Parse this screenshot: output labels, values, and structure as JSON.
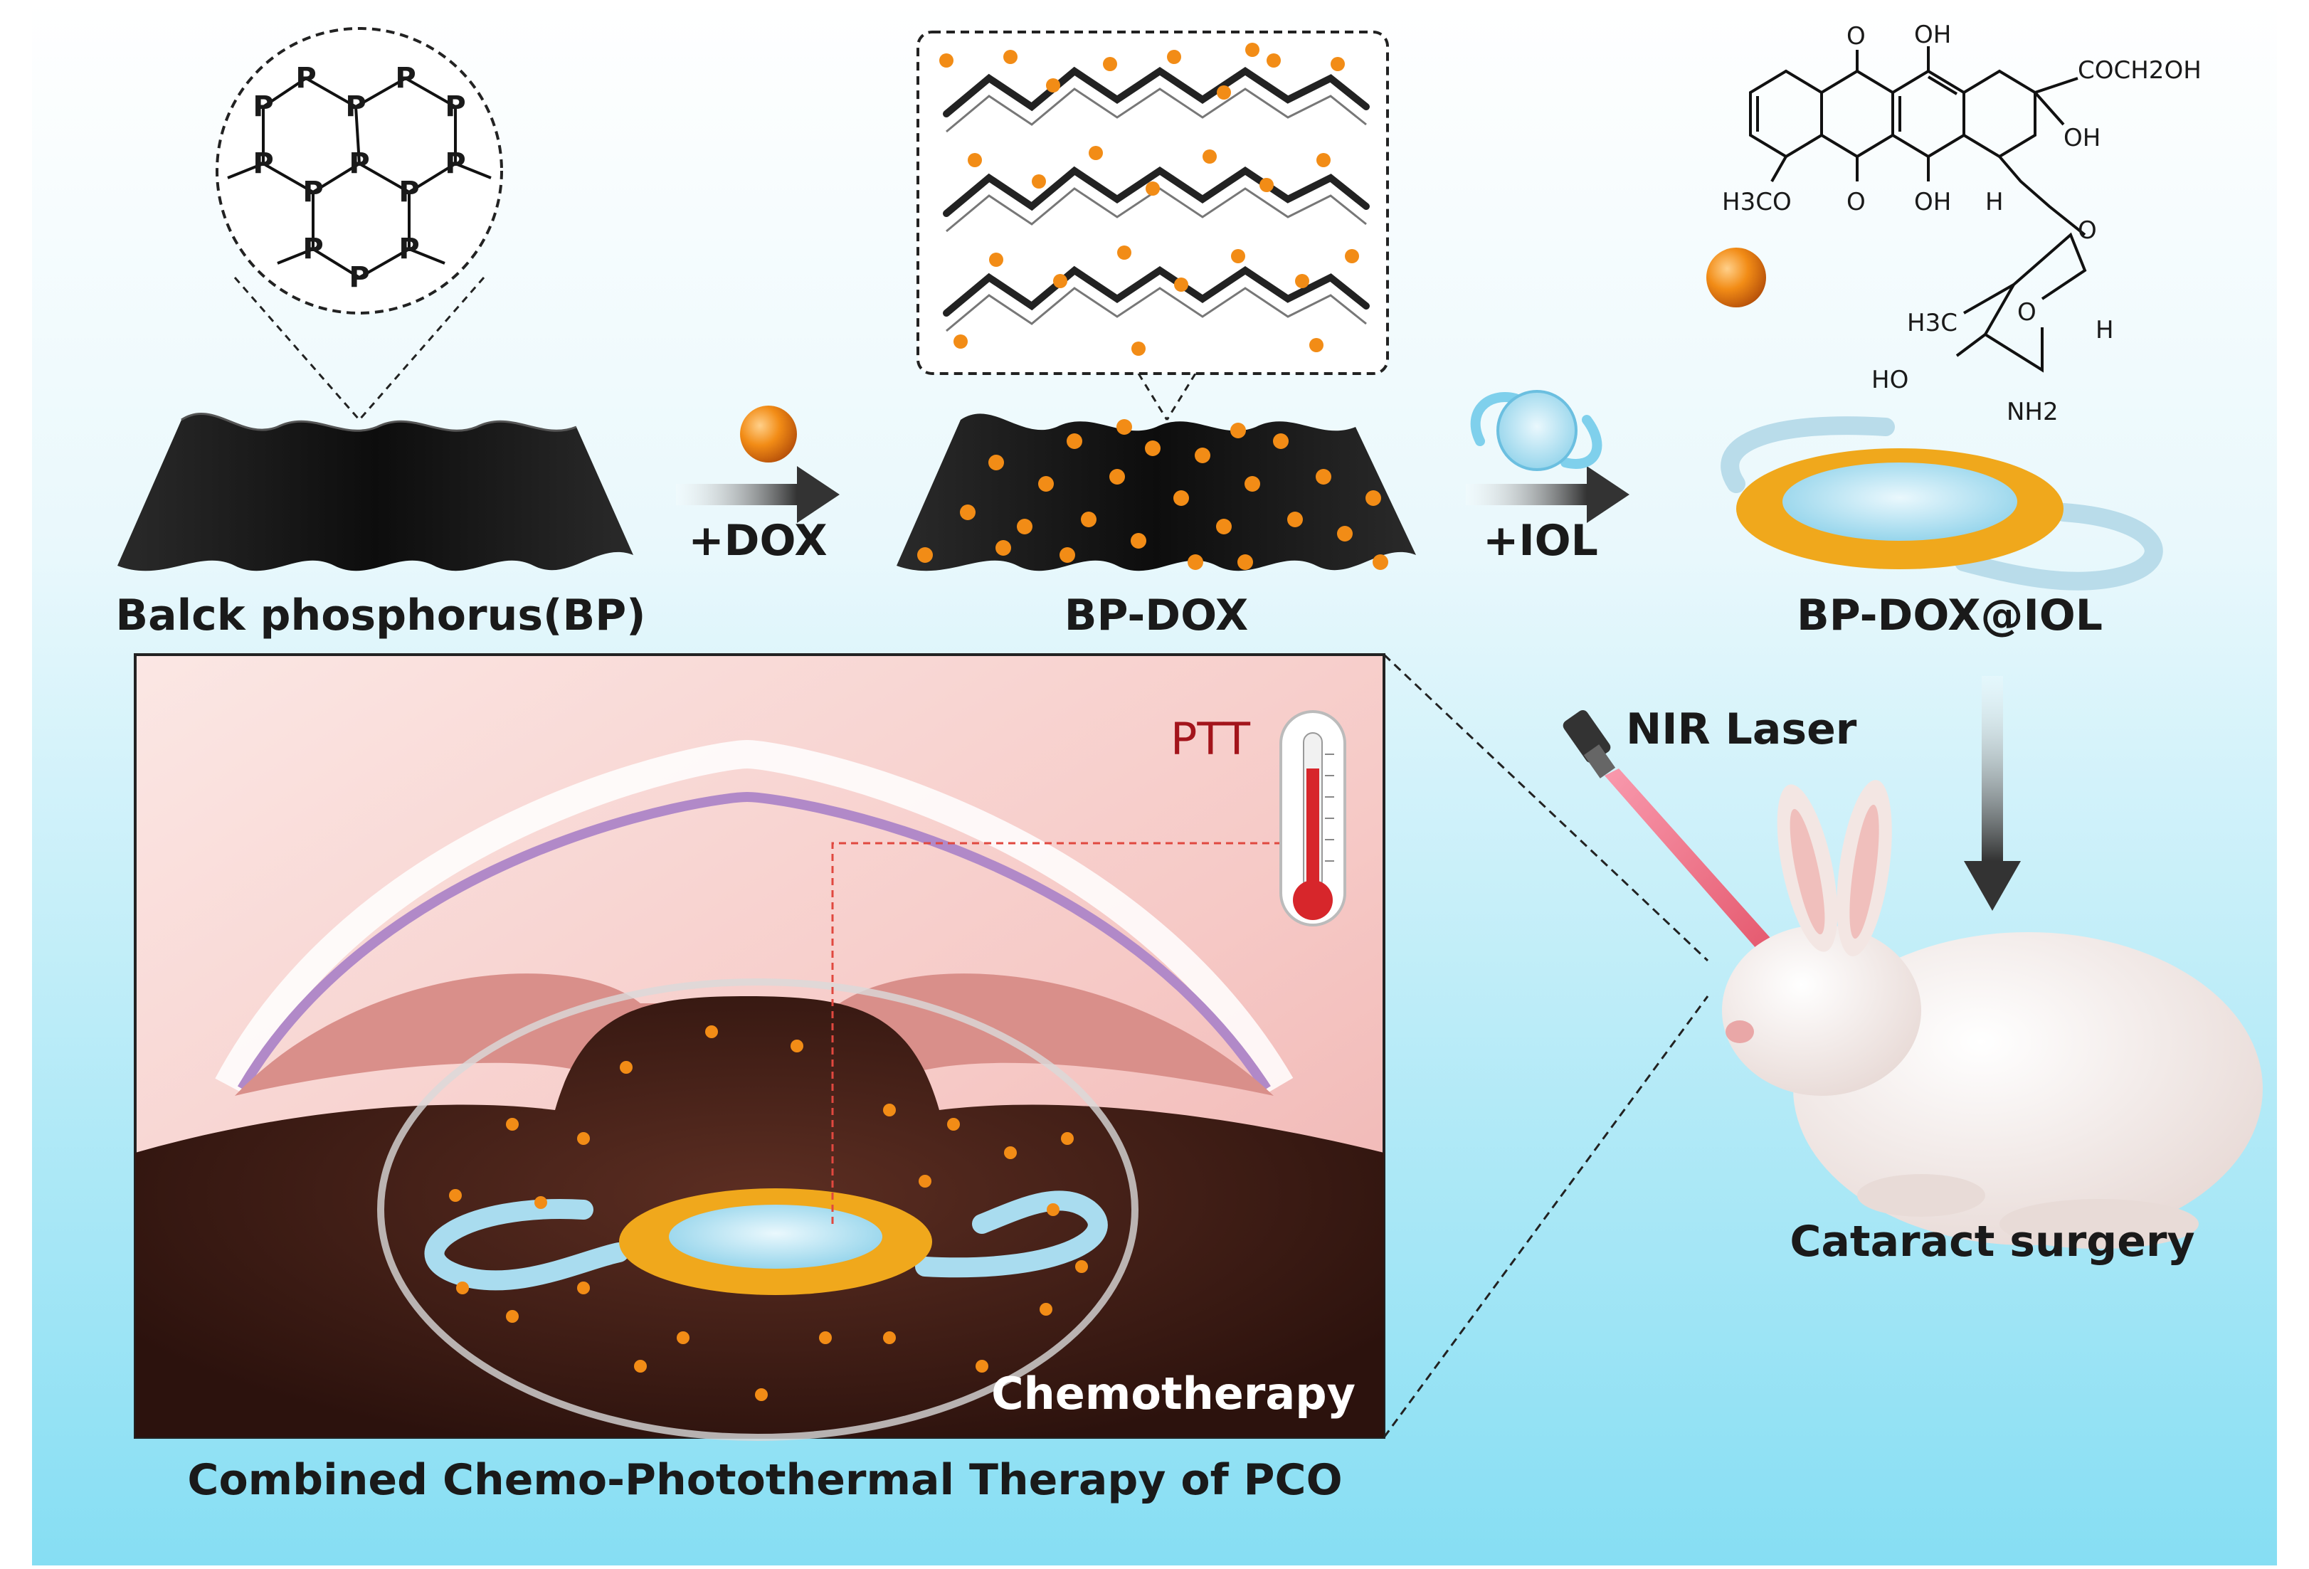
{
  "labels": {
    "bp": "Balck phosphorus(BP)",
    "bp_dox": "BP-DOX",
    "bp_dox_iol": "BP-DOX@IOL",
    "step_dox": "+DOX",
    "step_iol": "+IOL",
    "ptt": "PTT",
    "chemotherapy": "Chemotherapy",
    "nir_laser": "NIR Laser",
    "cataract_surgery": "Cataract surgery",
    "caption": "Combined Chemo-Photothermal Therapy of PCO"
  },
  "bp_structure": {
    "atoms": [
      "P",
      "P",
      "P",
      "P",
      "P",
      "P",
      "P",
      "P",
      "P",
      "P",
      "P",
      "P",
      "P",
      "P"
    ]
  },
  "dox_structure": {
    "groups": [
      "O",
      "OH",
      "COCH2OH",
      "OH",
      "H3CO",
      "O",
      "OH",
      "H",
      "O",
      "H3C",
      "O",
      "H",
      "HO",
      "NH2"
    ]
  },
  "colors": {
    "sky_top": "#ffffff",
    "sky_bottom": "#86def3",
    "sheet": "#151515",
    "dox": "#f28c16",
    "lens_ring": "#f0a81c",
    "lens_core": "#bfe8f6",
    "laser": "#e8334a",
    "ptt_text": "#a3141b",
    "arrow": "#444444"
  }
}
